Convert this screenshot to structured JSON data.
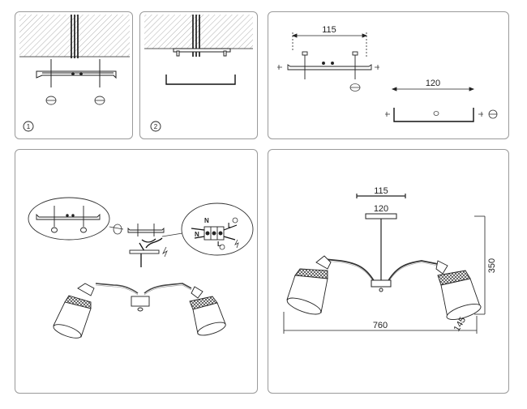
{
  "panels": {
    "step1": {
      "number": "1"
    },
    "step2": {
      "number": "2"
    },
    "dimensions_detail": {
      "dim_mount_holes": "115",
      "dim_bracket_width": "120"
    },
    "wiring": {
      "neutral_label_1": "N",
      "neutral_label_2": "N",
      "live_label_1": "L",
      "live_label_2": "L"
    },
    "overall_dimensions": {
      "dim_mount_holes": "115",
      "dim_canopy": "120",
      "dim_height": "350",
      "dim_shade": "145",
      "dim_width": "760"
    }
  }
}
